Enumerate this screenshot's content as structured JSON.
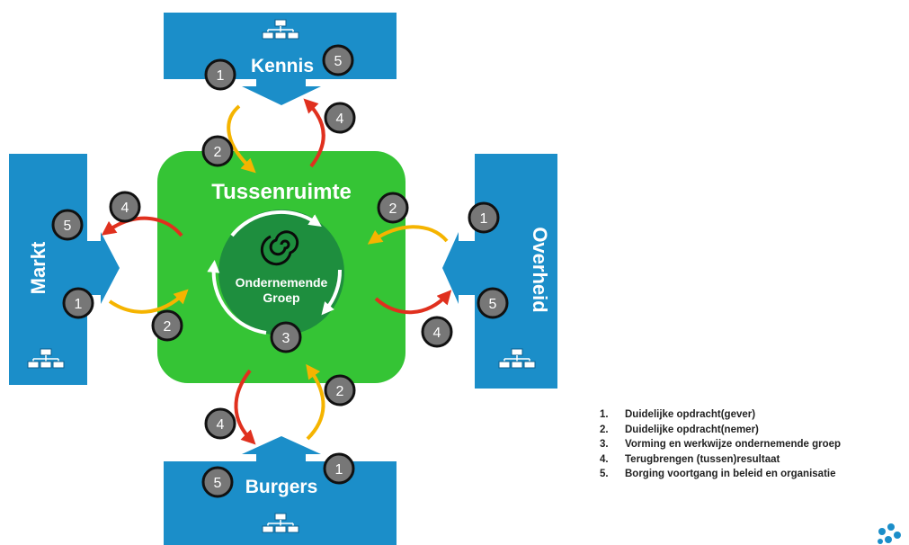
{
  "center": {
    "title": "Tussenruimte",
    "core_label_1": "Ondernemende",
    "core_label_2": "Groep"
  },
  "stakeholders": {
    "kennis": "Kennis",
    "markt": "Markt",
    "overheid": "Overheid",
    "burgers": "Burgers"
  },
  "legend": [
    {
      "num": "1.",
      "text": "Duidelijke opdracht(gever)"
    },
    {
      "num": "2.",
      "text": "Duidelijke opdracht(nemer)"
    },
    {
      "num": "3.",
      "text": "Vorming en werkwijze ondernemende groep"
    },
    {
      "num": "4.",
      "text": "Terugbrengen (tussen)resultaat"
    },
    {
      "num": "5.",
      "text": "Borging voortgang in beleid en organisatie"
    }
  ],
  "markers": {
    "kennis_1": "1",
    "kennis_5": "5",
    "kennis_2": "2",
    "kennis_4": "4",
    "markt_5": "5",
    "markt_4": "4",
    "markt_1": "1",
    "markt_2": "2",
    "overheid_2": "2",
    "overheid_1": "1",
    "overheid_5": "5",
    "overheid_4": "4",
    "burgers_5": "5",
    "burgers_1": "1",
    "burgers_4": "4",
    "burgers_2": "2",
    "center_3": "3"
  },
  "colors": {
    "stakeholder_blue": "#1b8ec9",
    "green_field": "#35c435",
    "inner_green": "#1e8e3e",
    "arrow_red": "#e0301e",
    "arrow_yellow": "#f5b400",
    "marker_grey": "#777777"
  },
  "icons": [
    "org-chart-icon",
    "spiral-icon",
    "logo-icon"
  ]
}
